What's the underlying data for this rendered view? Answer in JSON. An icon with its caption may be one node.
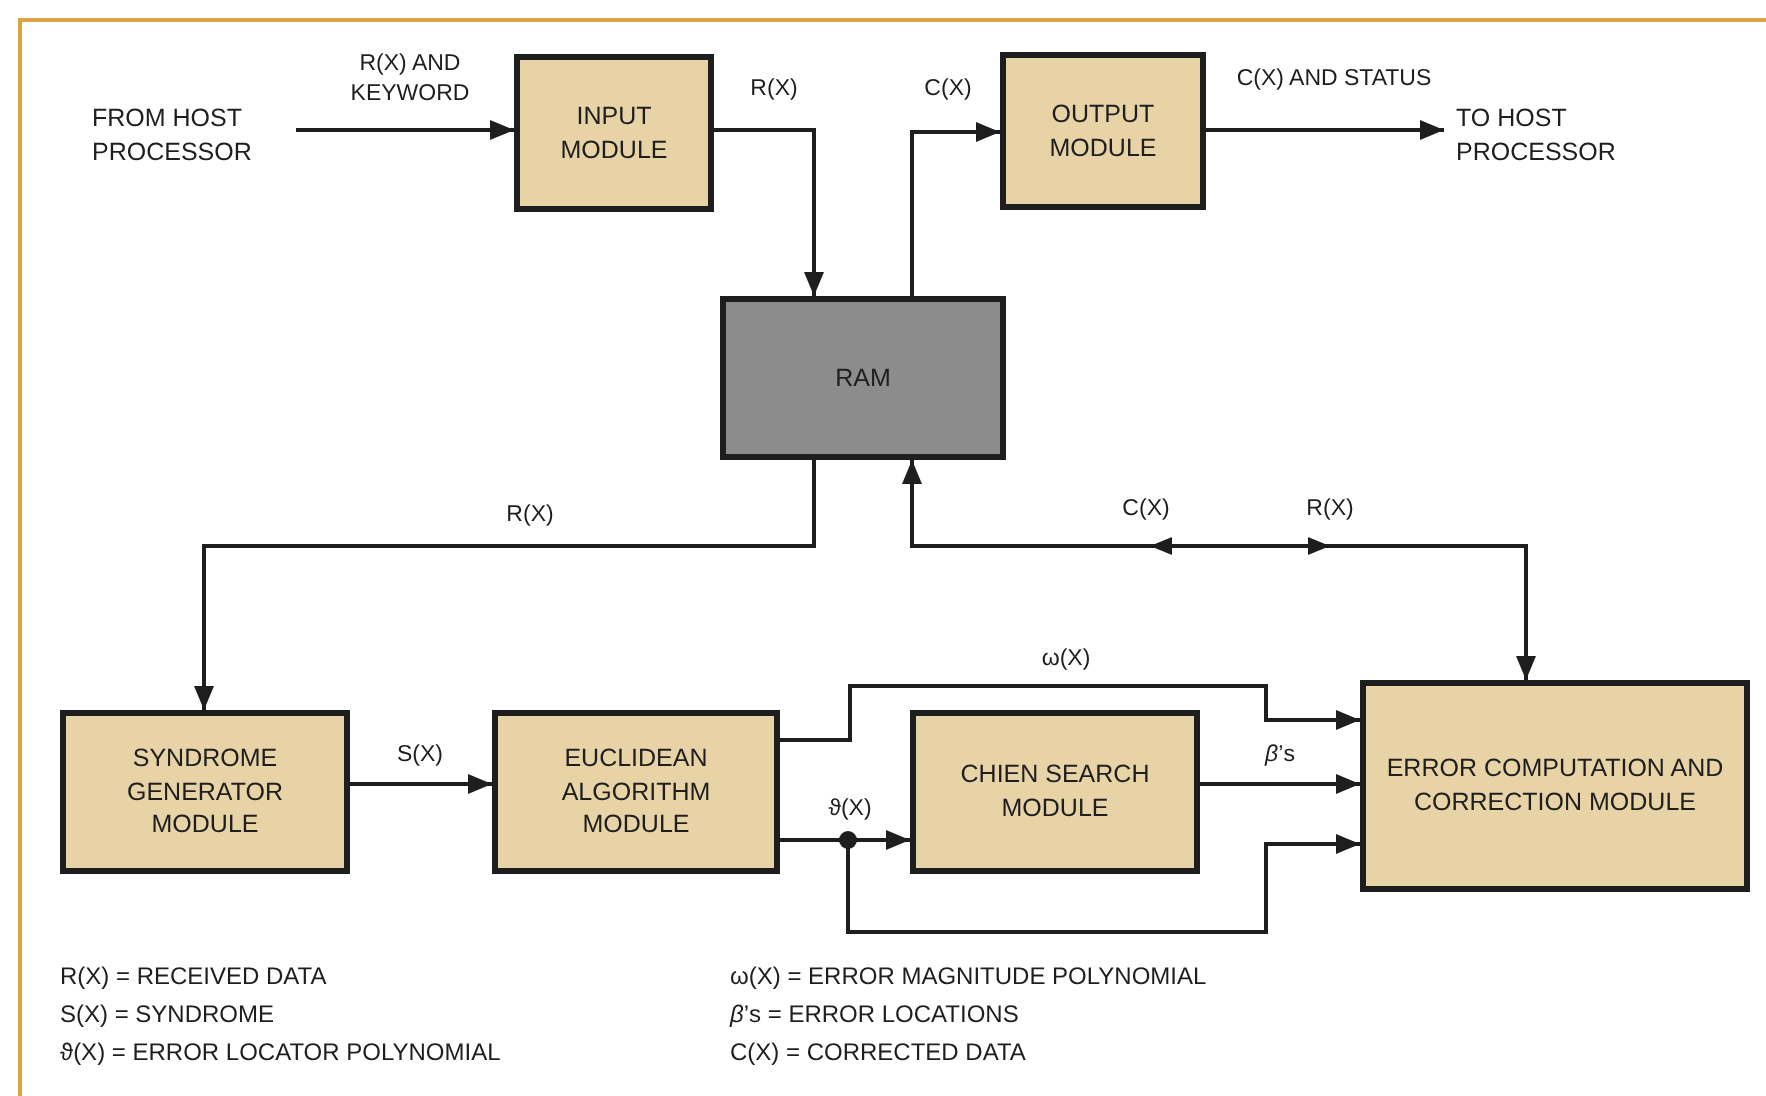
{
  "diagram": {
    "nodes": [
      {
        "text": [
          "FROM HOST PROCESSOR"
        ]
      },
      {
        "text": [
          "INPUT MODULE"
        ]
      },
      {
        "text": [
          "OUTPUT MODULE"
        ]
      },
      {
        "text": [
          "TO HOST PROCESSOR"
        ]
      },
      {
        "text": [
          "RAM"
        ]
      },
      {
        "text": [
          "SYNDROME GENERATOR MODULE"
        ]
      },
      {
        "text": [
          "EUCLIDEAN ALGORITHM MODULE"
        ]
      },
      {
        "text": [
          "CHIEN SEARCH MODULE"
        ]
      },
      {
        "text": [
          "ERROR COMPUTATION AND CORRECTION MODULE"
        ]
      }
    ],
    "edges": [
      {
        "from": 0,
        "to": 1,
        "arrow": "to",
        "label": "R(X) AND KEYWORD"
      },
      {
        "from": 1,
        "to": 4,
        "arrow": "to",
        "label": "R(X)"
      },
      {
        "from": 4,
        "to": 2,
        "arrow": "to",
        "label": "C(X)"
      },
      {
        "from": 2,
        "to": 3,
        "arrow": "to",
        "label": "C(X) AND STATUS"
      },
      {
        "from": 4,
        "to": 5,
        "arrow": "to",
        "label": "R(X)"
      },
      {
        "from": 8,
        "to": 4,
        "arrow": "to",
        "label": "C(X)"
      },
      {
        "from": 4,
        "to": 8,
        "arrow": "to",
        "label": "R(X)"
      },
      {
        "from": 5,
        "to": 6,
        "arrow": "to",
        "label": "S(X)"
      },
      {
        "from": 6,
        "to": 8,
        "arrow": "to",
        "label": "ω(X)"
      },
      {
        "from": 6,
        "to": 7,
        "arrow": "to",
        "label": "ϑ(X)"
      },
      {
        "from": 6,
        "to": 8,
        "arrow": "to"
      },
      {
        "from": 7,
        "to": 8,
        "arrow": "to",
        "label": "*β*’s"
      }
    ],
    "labels": [
      "R(X) = RECEIVED DATA",
      "ω(X) = ERROR MAGNITUDE POLYNOMIAL",
      "S(X) = SYNDROME",
      "*β*’s = ERROR LOCATIONS",
      "ϑ(X) = ERROR LOCATOR POLYNOMIAL",
      "C(X) = CORRECTED DATA"
    ]
  }
}
